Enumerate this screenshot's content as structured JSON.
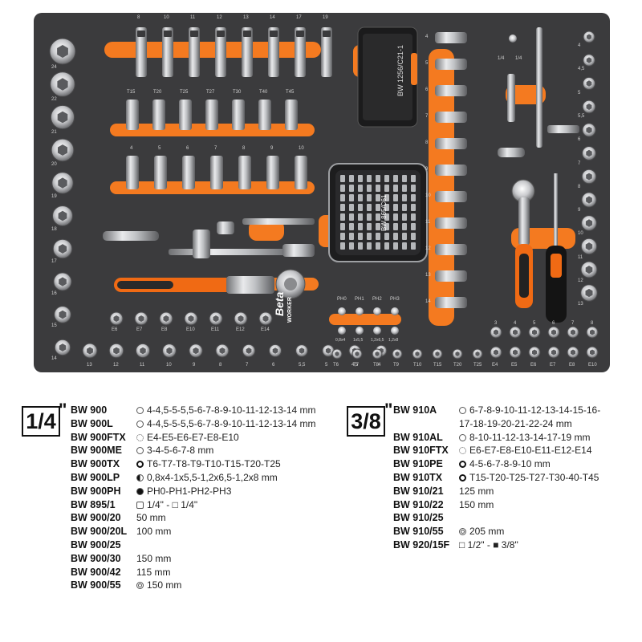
{
  "tray": {
    "brand_main": "Beta",
    "brand_sub": "WORKER",
    "case_small_label": "BW 1256/C21-1",
    "case_large_label": "BW 865/C61",
    "deep_sockets_sizes": [
      "8",
      "10",
      "11",
      "12",
      "13",
      "14",
      "17",
      "19"
    ],
    "torx_labels": [
      "T15",
      "T20",
      "T25",
      "T27",
      "T30",
      "T40",
      "T45"
    ],
    "hex_labels": [
      "4",
      "5",
      "6",
      "7",
      "8",
      "9",
      "10"
    ],
    "left_sockets_sizes": [
      "24",
      "22",
      "21",
      "20",
      "19",
      "18",
      "17",
      "16",
      "15",
      "14"
    ],
    "right_long_sizes": [
      "4",
      "5",
      "6",
      "7",
      "8",
      "9",
      "10",
      "11",
      "12",
      "13",
      "14"
    ],
    "right_col_sizes": [
      "13",
      "12",
      "11",
      "10",
      "9",
      "8",
      "7",
      "6",
      "5,5",
      "5",
      "4,5",
      "4"
    ],
    "ptl_labels": [
      "PH0",
      "PH1",
      "PH2",
      "PH3"
    ],
    "bit_labels": [
      "0,8x4",
      "1x5,5",
      "1,2x6,5",
      "1,2x8"
    ],
    "bottom_left_sizes": [
      "13",
      "12",
      "11",
      "10",
      "9",
      "8",
      "7",
      "6",
      "5,5",
      "5",
      "4,5",
      "4"
    ],
    "bottom_t_labels": [
      "T6",
      "T7",
      "T8",
      "T9",
      "T10",
      "T15",
      "T20",
      "T25"
    ],
    "e_labels_mid": [
      "E6",
      "E7",
      "E8",
      "E10",
      "E11",
      "E12",
      "E14"
    ],
    "e_labels_right": [
      "E4",
      "E5",
      "E6",
      "E7",
      "E8",
      "E10"
    ],
    "right_small_sizes": [
      "3",
      "4",
      "5",
      "6",
      "7",
      "8"
    ],
    "adapter_labels": [
      "1/4",
      "1/4"
    ]
  },
  "legend": {
    "left_mark": "1/4",
    "left_mark_suffix": "\"",
    "right_mark": "3/8",
    "right_mark_suffix": "\"",
    "left_rows": [
      {
        "code": "BW 900",
        "desc": "4-4,5-5-5,5-6-7-8-9-10-11-12-13-14 mm",
        "icon": "circle"
      },
      {
        "code": "BW 900L",
        "desc": "4-4,5-5-5,5-6-7-8-9-10-11-12-13-14 mm",
        "icon": "circle"
      },
      {
        "code": "BW 900FTX",
        "desc": "E4-E5-E6-E7-E8-E10",
        "icon": "star"
      },
      {
        "code": "BW 900ME",
        "desc": "3-4-5-6-7-8 mm",
        "icon": "circle"
      },
      {
        "code": "BW 900TX",
        "desc": "T6-T7-T8-T9-T10-T15-T20-T25",
        "icon": "torx"
      },
      {
        "code": "BW 900LP",
        "desc": "0,8x4-1x5,5-1,2x6,5-1,2x8 mm",
        "icon": "half"
      },
      {
        "code": "BW 900PH",
        "desc": "PH0-PH1-PH2-PH3",
        "icon": "plus"
      },
      {
        "code": "BW 895/1",
        "desc": "1/4\" - □ 1/4\"",
        "icon": "hex"
      },
      {
        "code": "BW 900/20",
        "desc": "50 mm",
        "icon": ""
      },
      {
        "code": "BW 900/20L",
        "desc": "100 mm",
        "icon": ""
      },
      {
        "code": "BW 900/25",
        "desc": "",
        "icon": ""
      },
      {
        "code": "BW 900/30",
        "desc": "150 mm",
        "icon": ""
      },
      {
        "code": "BW 900/42",
        "desc": "115 mm",
        "icon": ""
      },
      {
        "code": "BW 900/55",
        "desc": "150 mm",
        "icon": "gear"
      }
    ],
    "right_rows": [
      {
        "code": "BW 910A",
        "desc": "6-7-8-9-10-11-12-13-14-15-16-",
        "icon": "circle"
      },
      {
        "code": "",
        "desc": "17-18-19-20-21-22-24 mm",
        "icon": ""
      },
      {
        "code": "BW 910AL",
        "desc": "8-10-11-12-13-14-17-19 mm",
        "icon": "circle"
      },
      {
        "code": "BW 910FTX",
        "desc": "E6-E7-E8-E10-E11-E12-E14",
        "icon": "star"
      },
      {
        "code": "BW 910PE",
        "desc": "4-5-6-7-8-9-10 mm",
        "icon": "ring"
      },
      {
        "code": "BW 910TX",
        "desc": "T15-T20-T25-T27-T30-40-T45",
        "icon": "torx"
      },
      {
        "code": "BW 910/21",
        "desc": "125 mm",
        "icon": ""
      },
      {
        "code": "BW 910/22",
        "desc": "150 mm",
        "icon": ""
      },
      {
        "code": "BW 910/25",
        "desc": "",
        "icon": ""
      },
      {
        "code": "BW 910/55",
        "desc": "205 mm",
        "icon": "gear"
      },
      {
        "code": "BW 920/15F",
        "desc": "□ 1/2\" - ■ 3/8\"",
        "icon": ""
      }
    ]
  }
}
